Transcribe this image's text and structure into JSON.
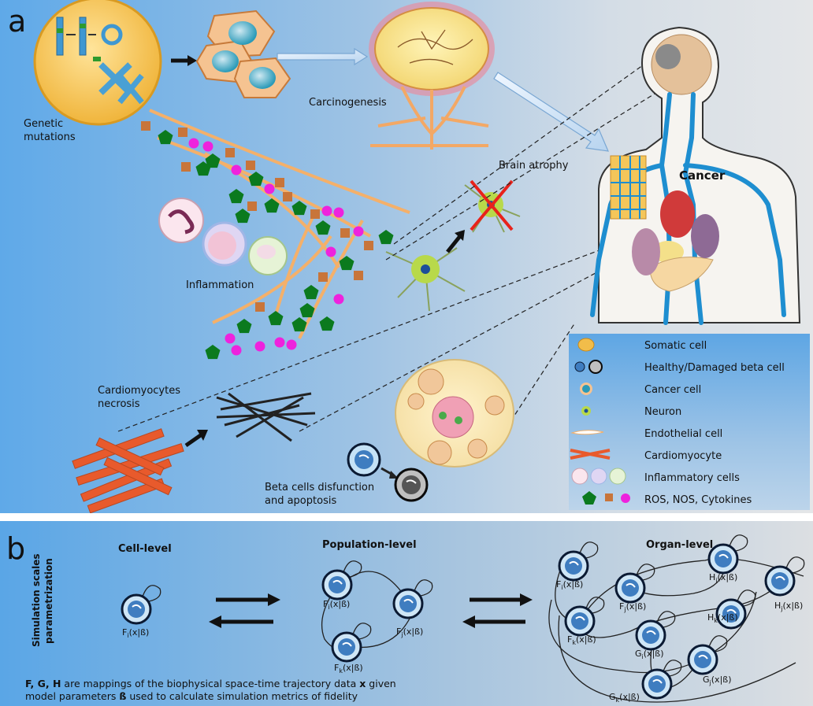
{
  "panel_a": {
    "letter": "a",
    "labels": {
      "genetic_line1": "Genetic",
      "genetic_line2": "mutations",
      "carcinogenesis": "Carcinogenesis",
      "brain_atrophy": "Brain atrophy",
      "cancer": "Cancer",
      "inflammation": "Inflammation",
      "cardio_line1": "Cardiomyocytes",
      "cardio_line2": "necrosis",
      "beta_line1": "Beta cells disfunction",
      "beta_line2": "and apoptosis"
    },
    "legend": [
      {
        "label": "Somatic cell",
        "icon": "somatic-cell-icon"
      },
      {
        "label": "Healthy/Damaged beta cell",
        "icon": "beta-cell-icon"
      },
      {
        "label": "Cancer cell",
        "icon": "cancer-cell-icon"
      },
      {
        "label": "Neuron",
        "icon": "neuron-icon"
      },
      {
        "label": "Endothelial cell",
        "icon": "endothelial-cell-icon"
      },
      {
        "label": "Cardiomyocyte",
        "icon": "cardiomyocyte-icon"
      },
      {
        "label": "Inflammatory cells",
        "icon": "inflammatory-cells-icon"
      },
      {
        "label": "ROS, NOS, Cytokines",
        "icon": "ros-nos-cytokines-icon"
      }
    ],
    "colors": {
      "ros": "#0b7a1e",
      "nos": "#c8753a",
      "cytokines": "#ee22dd",
      "vessel": "#1e8ed0",
      "cancer_x": "#e8221b"
    }
  },
  "panel_b": {
    "letter": "b",
    "side_title_line1": "Simulation scales",
    "side_title_line2": "parametrization",
    "cell_level": "Cell-level",
    "population_level": "Population-level",
    "organ_level": "Organ-level",
    "cell_label": {
      "main": "F",
      "sub": "i",
      "rest": "(x|ß)"
    },
    "population_labels": [
      {
        "main": "F",
        "sub": "i",
        "rest": "(x|ß)"
      },
      {
        "main": "F",
        "sub": "j",
        "rest": "(x|ß)"
      },
      {
        "main": "F",
        "sub": "k",
        "rest": "(x|ß)"
      }
    ],
    "organ_labels": [
      {
        "main": "F",
        "sub": "i",
        "rest": "(x|ß)"
      },
      {
        "main": "F",
        "sub": "j",
        "rest": "(x|ß)"
      },
      {
        "main": "F",
        "sub": "k",
        "rest": "(x|ß)"
      },
      {
        "main": "H",
        "sub": "i",
        "rest": "(x|ß)"
      },
      {
        "main": "H",
        "sub": "k",
        "rest": "(x|ß)"
      },
      {
        "main": "H",
        "sub": "j",
        "rest": "(x|ß)"
      },
      {
        "main": "G",
        "sub": "i",
        "rest": "(x|ß)"
      },
      {
        "main": "G",
        "sub": "j",
        "rest": "(x|ß)"
      },
      {
        "main": "G",
        "sub": "k",
        "rest": "(x|ß)"
      }
    ],
    "caption_bold1": "F, G, H",
    "caption_text1": " are mappings of the biophysical space-time trajectory data ",
    "caption_bold2": "x",
    "caption_text2": " given",
    "caption_text3": "model parameters ",
    "caption_bold3": "ß",
    "caption_text4": " used to calculate simulation metrics of fidelity"
  }
}
